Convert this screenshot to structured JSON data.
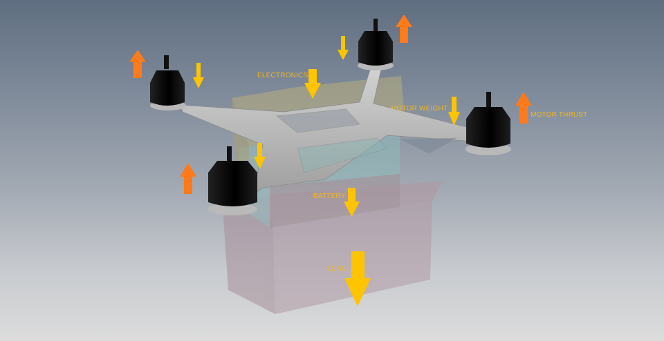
{
  "scene": {
    "subject": "Quadcopter frame force diagram",
    "colors": {
      "weight_arrow": "#ffc400",
      "thrust_arrow": "#ff7a1a",
      "label": "#f2b81c",
      "motor": "#111111",
      "frame": "#b9b9b9",
      "electronics_box": "#b9b080",
      "battery_box": "#8ec1c0",
      "load_box": "#b89ca6"
    }
  },
  "labels": {
    "electronics": "ELECTRONICS",
    "motor_weight": "MOTOR WEIGHT",
    "motor_thrust": "MOTOR THRUST",
    "battery": "BATTERY",
    "load": "LOAD"
  },
  "motors": [
    {
      "name": "front-left"
    },
    {
      "name": "rear-center"
    },
    {
      "name": "right"
    },
    {
      "name": "front-bottom"
    }
  ]
}
